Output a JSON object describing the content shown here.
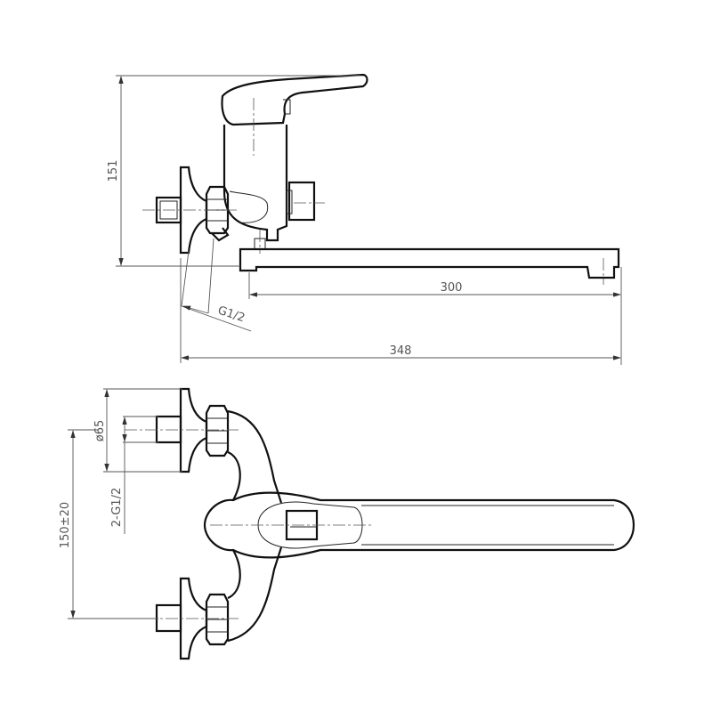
{
  "side_view": {
    "height_dim": "151",
    "spout_dim": "300",
    "overall_dim": "348",
    "thread_label": "G1/2"
  },
  "top_view": {
    "flange_diameter": "ø65",
    "thread_label": "2-G1/2",
    "center_distance": "150±20"
  }
}
